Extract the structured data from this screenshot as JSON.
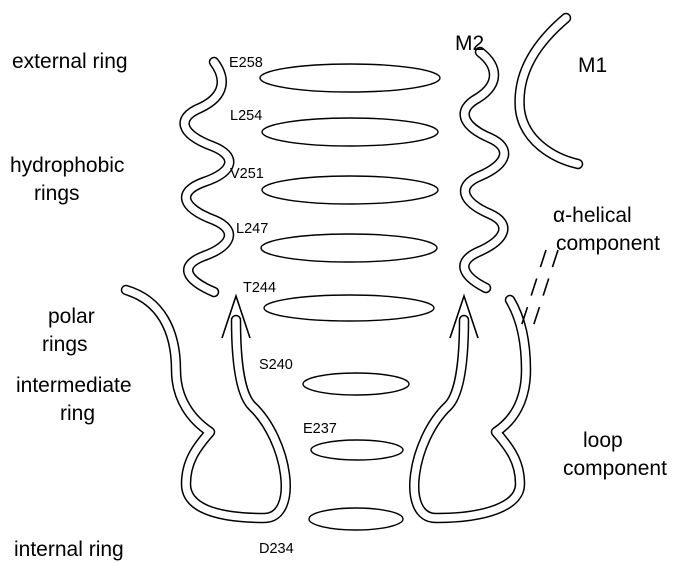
{
  "labels": {
    "external_ring": "external ring",
    "hydrophobic_1": "hydrophobic",
    "hydrophobic_2": "rings",
    "polar_1": "polar",
    "polar_2": "rings",
    "intermediate_1": "intermediate",
    "intermediate_2": "ring",
    "internal_ring": "internal ring",
    "m2": "M2",
    "m1": "M1",
    "alpha_helical_1": "α-helical",
    "alpha_helical_2": "component",
    "loop_1": "loop",
    "loop_2": "component"
  },
  "residues": {
    "e258": "E258",
    "l254": "L254",
    "v251": "V251",
    "l247": "L247",
    "t244": "T244",
    "s240": "S240",
    "e237": "E237",
    "d234": "D234"
  }
}
